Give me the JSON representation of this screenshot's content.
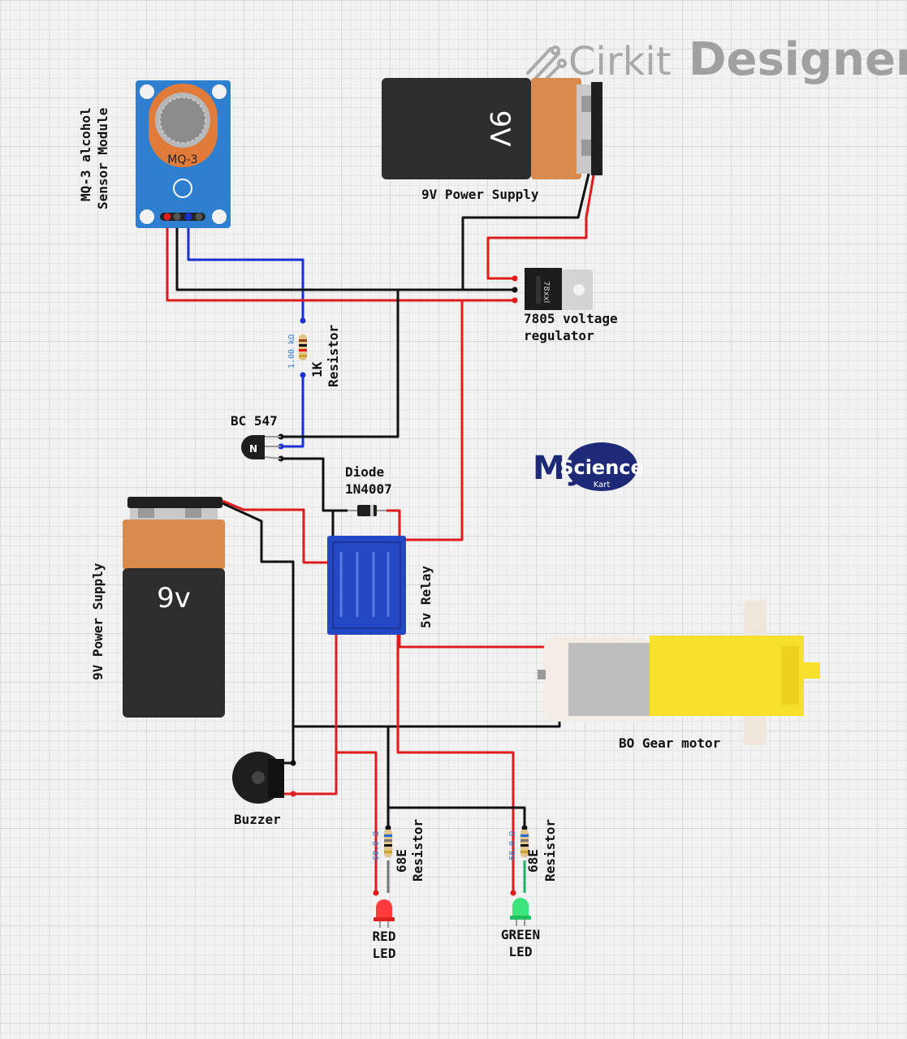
{
  "brand": {
    "cirkit": "Cirkit",
    "designer": "Designer"
  },
  "watermark": {
    "my": "My",
    "science": "Science",
    "kart": "Kart"
  },
  "labels": {
    "mq3_line1": "MQ-3 alcohol",
    "mq3_line2": "Sensor Module",
    "mq3_chip": "MQ-3",
    "battery_top": "9V Power Supply",
    "battery_top_text": "9V",
    "battery_left": "9V Power Supply",
    "battery_left_text": "9v",
    "regulator_line1": "7805 voltage",
    "regulator_line2": "regulator",
    "regulator_chip": "78xxl",
    "resistor_1k_line1": "1K",
    "resistor_1k_line2": "Resistor",
    "resistor_1k_value": "1.00 kΩ",
    "transistor": "BC 547",
    "transistor_mark": "N",
    "diode_line1": "Diode",
    "diode_line2": "1N4007",
    "relay": "5v Relay",
    "motor": "BO Gear motor",
    "buzzer": "Buzzer",
    "res_red_line1": "68E",
    "res_red_line2": "Resistor",
    "res_green_line1": "68E",
    "res_green_line2": "Resistor",
    "res_small_value": "68.0 Ω",
    "red_led_line1": "RED",
    "red_led_line2": "LED",
    "green_led_line1": "GREEN",
    "green_led_line2": "LED"
  },
  "colors": {
    "wire_red": "#e01b1b",
    "wire_black": "#111111",
    "wire_blue": "#1c2fd1",
    "relay_blue": "#2447c4",
    "mq3_blue": "#2f7fd0",
    "battery_orange": "#d98b4e",
    "motor_yellow": "#f5e02a"
  }
}
